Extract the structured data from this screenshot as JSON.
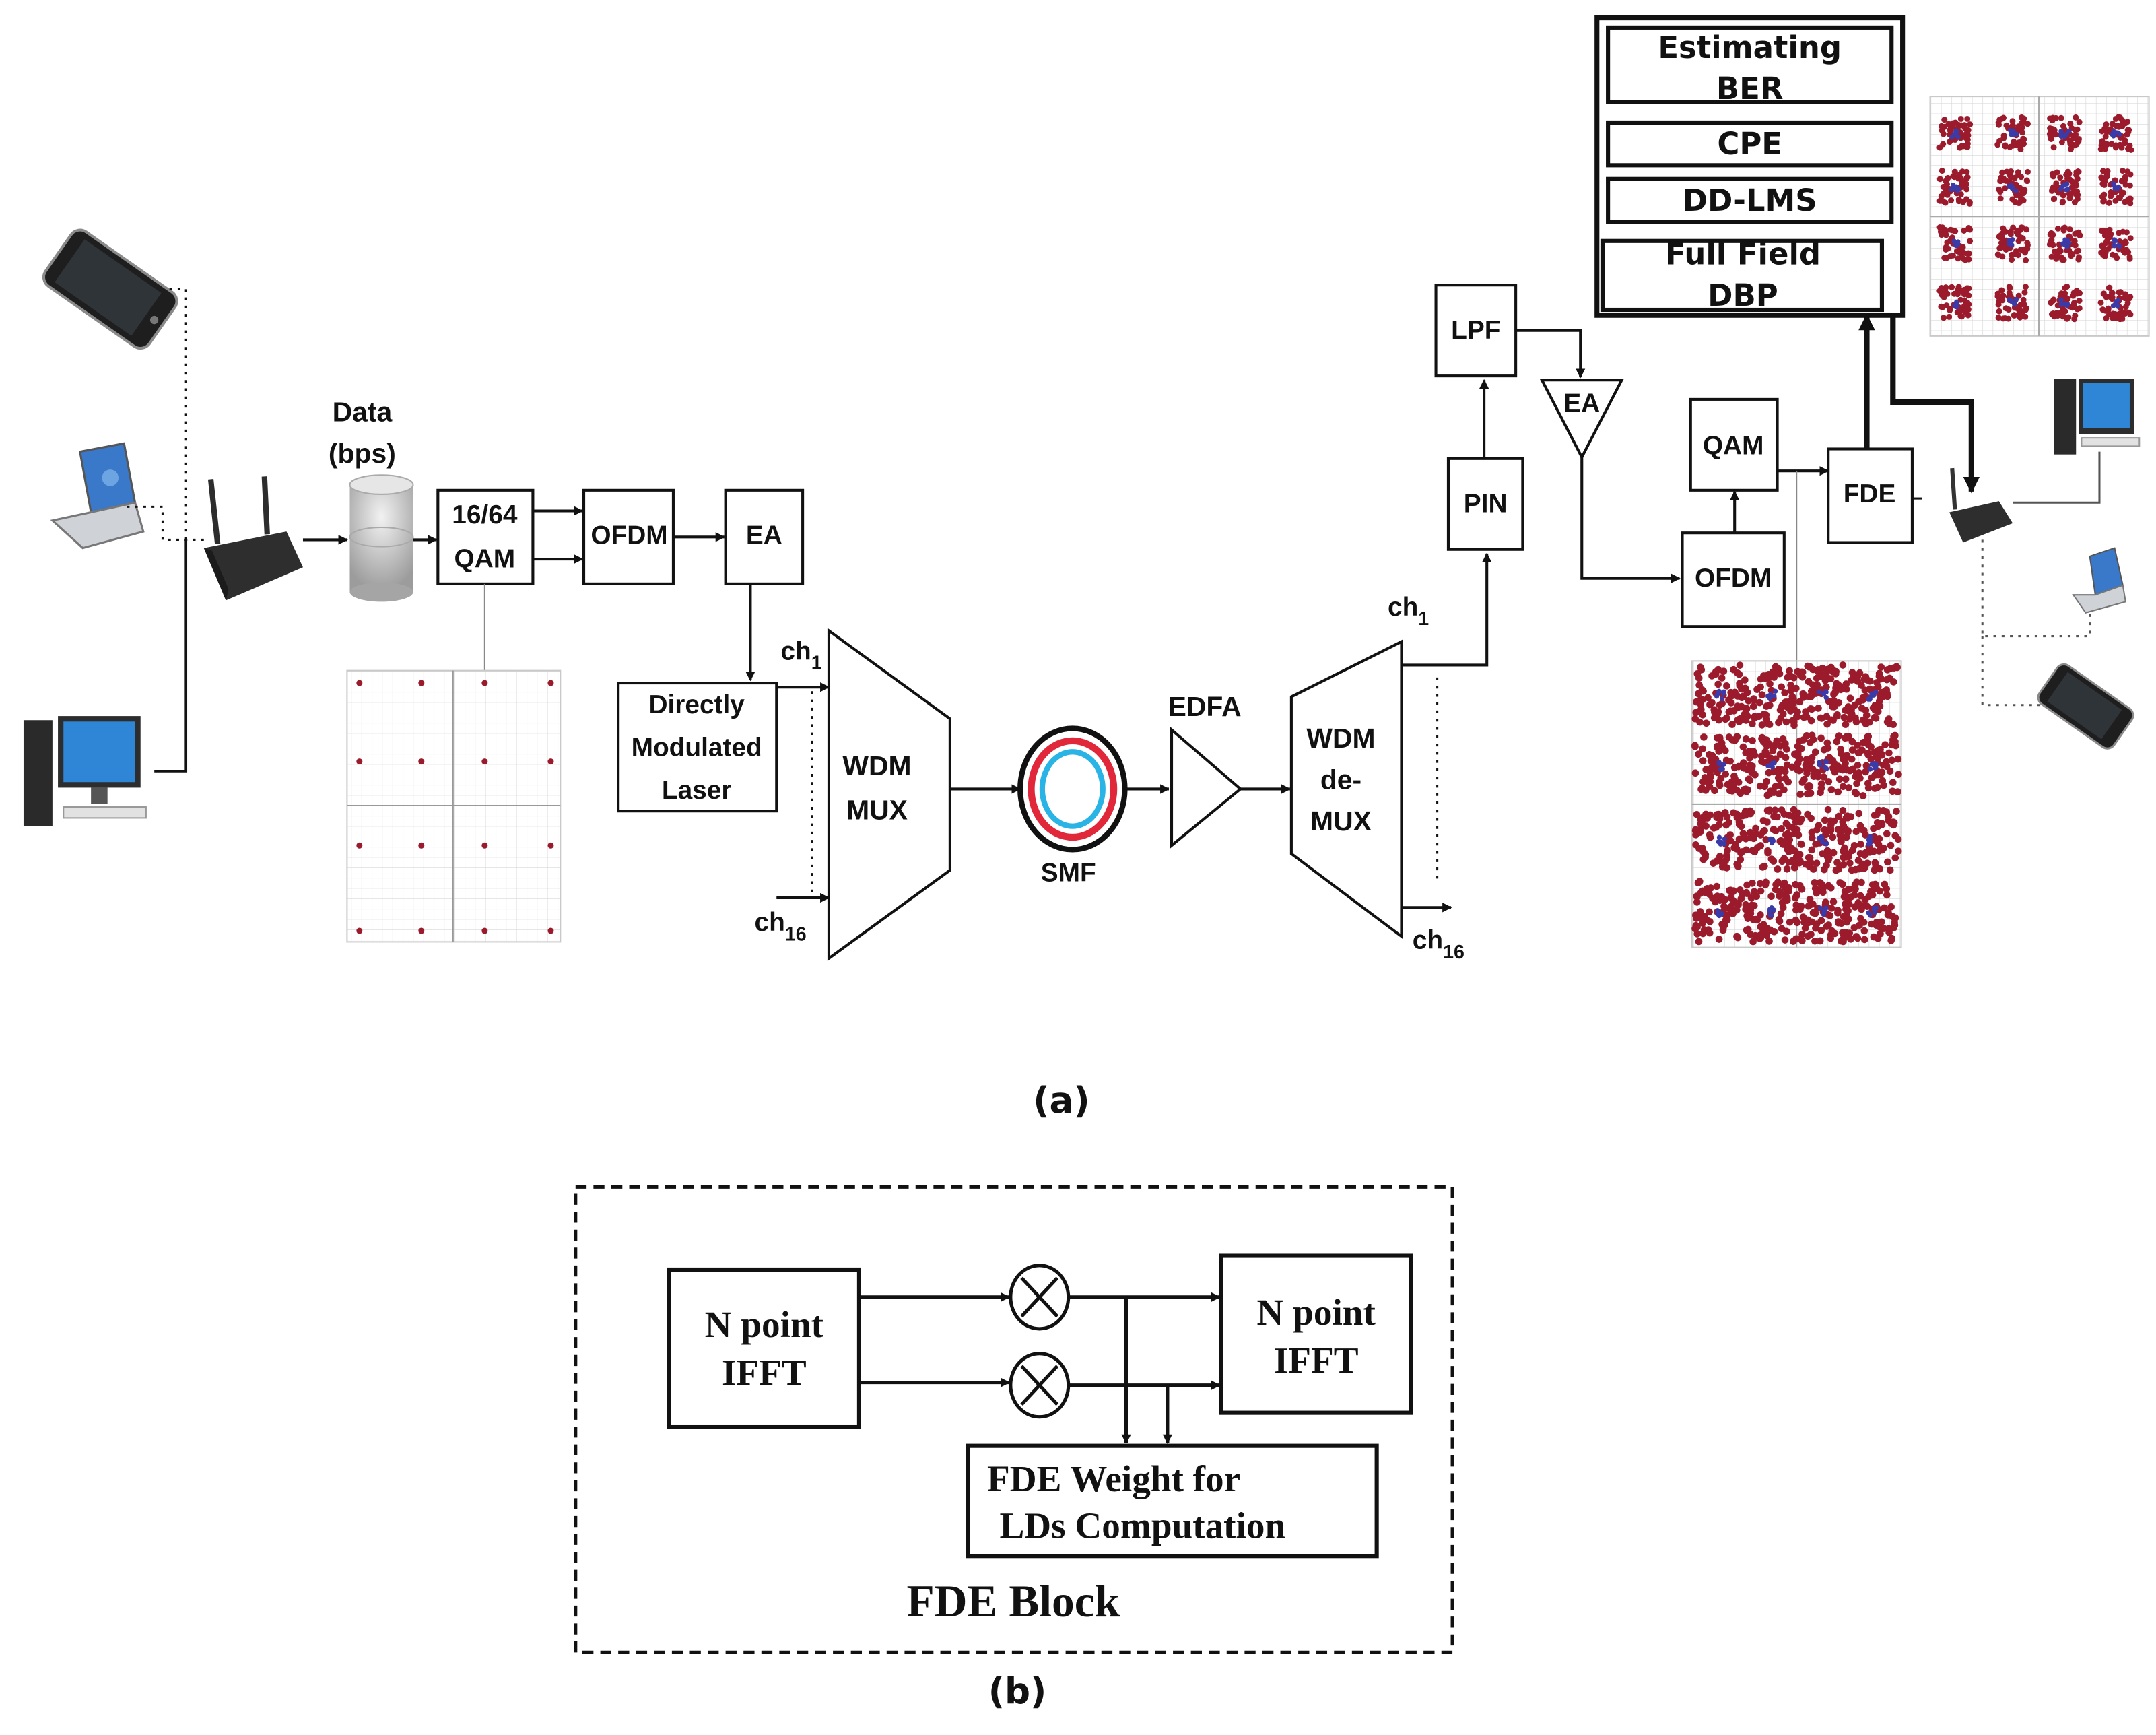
{
  "figure": {
    "panel_a": {
      "caption": "(a)",
      "data_source": {
        "line1": "Data",
        "line2": "(bps)"
      },
      "qam_tx": {
        "line1": "16/64",
        "line2": "QAM"
      },
      "ofdm_tx": "OFDM",
      "ea_tx": "EA",
      "laser": {
        "line1": "Directly",
        "line2": "Modulated",
        "line3": "Laser"
      },
      "ch_first": {
        "base": "ch",
        "sub": "1"
      },
      "ch_last": {
        "base": "ch",
        "sub": "16"
      },
      "mux": {
        "line1": "WDM",
        "line2": "MUX"
      },
      "fiber": "SMF",
      "amp": "EDFA",
      "demux": {
        "line1": "WDM",
        "line2": "de-",
        "line3": "MUX"
      },
      "pin": "PIN",
      "lpf": "LPF",
      "ea_rx": "EA",
      "ofdm_rx": "OFDM",
      "qam_rx": "QAM",
      "fde": "FDE",
      "dsp_stack": {
        "ber": {
          "line1": "Estimating",
          "line2": "BER"
        },
        "cpe": "CPE",
        "ddlms": "DD-LMS",
        "dbp": {
          "line1": "Full Field",
          "line2": "DBP"
        }
      },
      "icons": [
        "smartphone-icon",
        "laptop-icon",
        "desktop-computer-icon",
        "wireless-router-icon",
        "database-icon"
      ],
      "constellation_color": "#9b1b2c",
      "constellation_center_color": "#3a3aa8"
    },
    "panel_b": {
      "caption": "(b)",
      "ifft_left": {
        "line1": "N point",
        "line2": "IFFT"
      },
      "ifft_right": {
        "line1": "N point",
        "line2": "IFFT"
      },
      "weight_block": {
        "line1": "FDE Weight for",
        "line2": "LDs Computation"
      },
      "block_title": "FDE Block"
    }
  }
}
